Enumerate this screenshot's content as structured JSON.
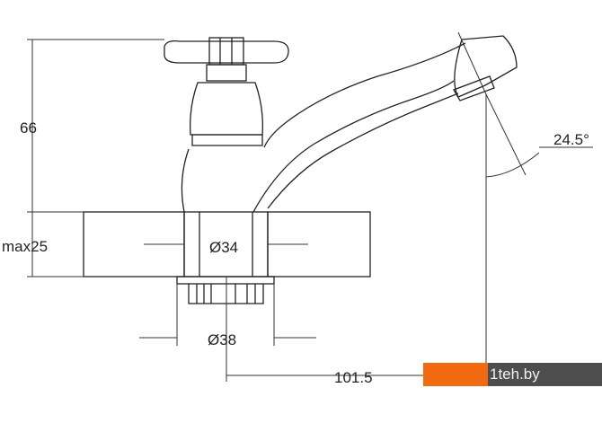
{
  "dimensions": {
    "height_handle": "66",
    "max_thickness": "max25",
    "inner_diameter": "Ø34",
    "outer_diameter": "Ø38",
    "reach": "101.5",
    "angle": "24.5°"
  },
  "watermark": {
    "text": "1teh.by",
    "accent": "#f26a10",
    "dark": "#4d4d4d"
  }
}
